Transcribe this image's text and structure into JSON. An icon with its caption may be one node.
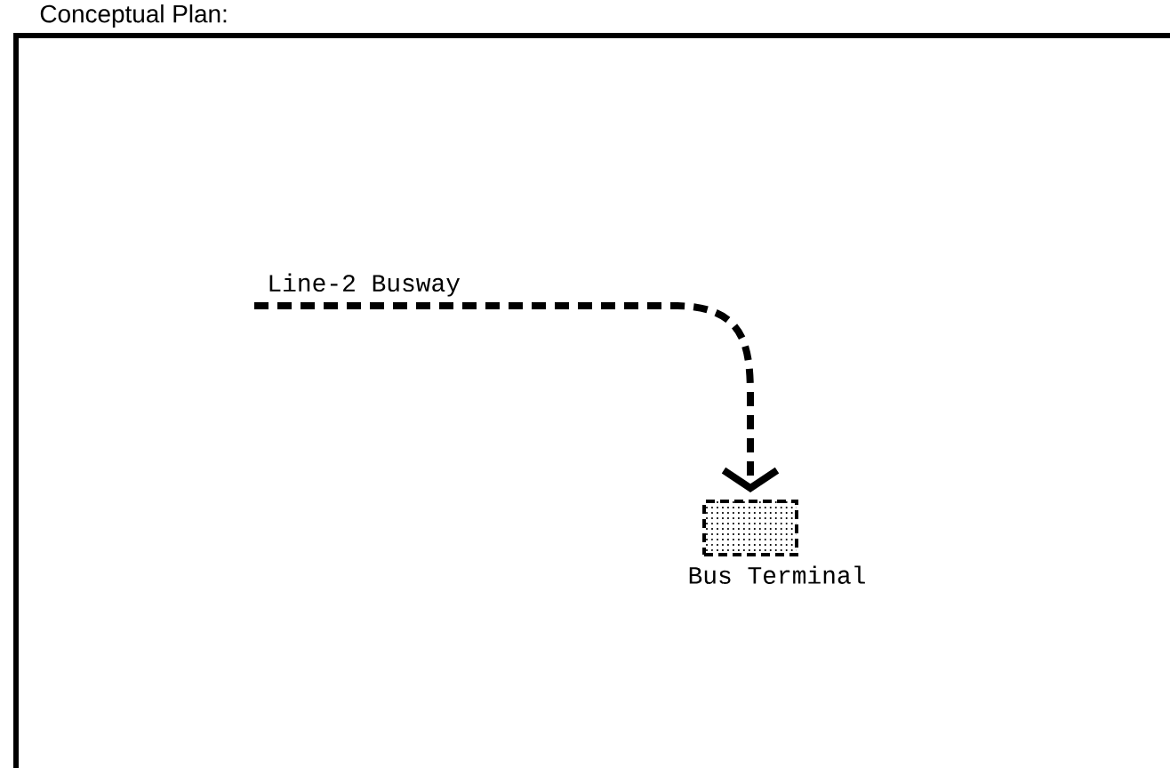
{
  "diagram": {
    "title": "Conceptual Plan:",
    "nodes": [
      {
        "text": [
          "Line-2 Busway"
        ]
      },
      {
        "text": [],
        "shape": "box",
        "beside": [
          "Bus Terminal"
        ]
      }
    ],
    "edges": [
      {
        "from": 0,
        "to": 1,
        "arrow": "to",
        "style": "dashed"
      }
    ]
  }
}
